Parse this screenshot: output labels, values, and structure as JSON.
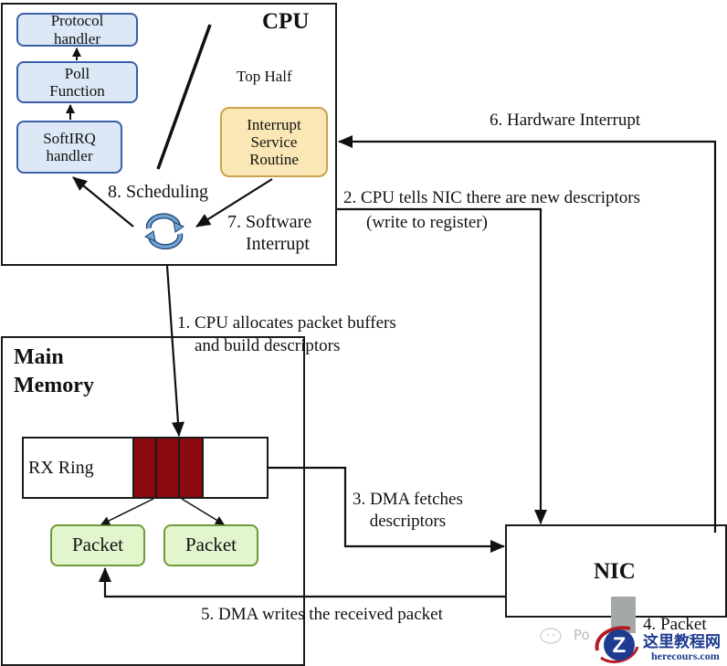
{
  "cpu": {
    "title": "CPU",
    "top_half_label": "Top Half",
    "nodes": {
      "protocol_handler": "Protocol\nhandler",
      "poll_function": "Poll\nFunction",
      "softirq_handler": "SoftIRQ\nhandler",
      "isr": "Interrupt\nService\nRoutine"
    },
    "scheduling_icon": "refresh-cycle-icon"
  },
  "memory": {
    "title": "Main\nMemory",
    "rx_ring_label": "RX Ring",
    "ring_filled_slots": 3,
    "packets": [
      "Packet",
      "Packet"
    ]
  },
  "nic": {
    "title": "NIC"
  },
  "steps": {
    "step1": "1. CPU allocates packet buffers\n    and build descriptors",
    "step2": "2. CPU tells NIC there are new descriptors",
    "step2_note": "(write to register)",
    "step3": "3. DMA fetches\ndescriptors",
    "step4": "4. Packet",
    "step5": "5. DMA writes the received packet",
    "step6": "6. Hardware Interrupt",
    "step7": "7. Software\n    Interrupt",
    "step8": "8. Scheduling"
  },
  "colors": {
    "blue_fill": "#dce8f5",
    "blue_border": "#3a5fa8",
    "yellow_fill": "#fbe7b5",
    "yellow_border": "#c9a14a",
    "green_fill": "#e3f5cc",
    "green_border": "#6e9a3a",
    "ring_fill": "#8b0a10",
    "port_fill": "#a3a9a6"
  },
  "watermark": {
    "gray_text": "Po",
    "cn_text": "这里教程网",
    "en_text": "herecours.com",
    "logo_letter": "Z"
  }
}
